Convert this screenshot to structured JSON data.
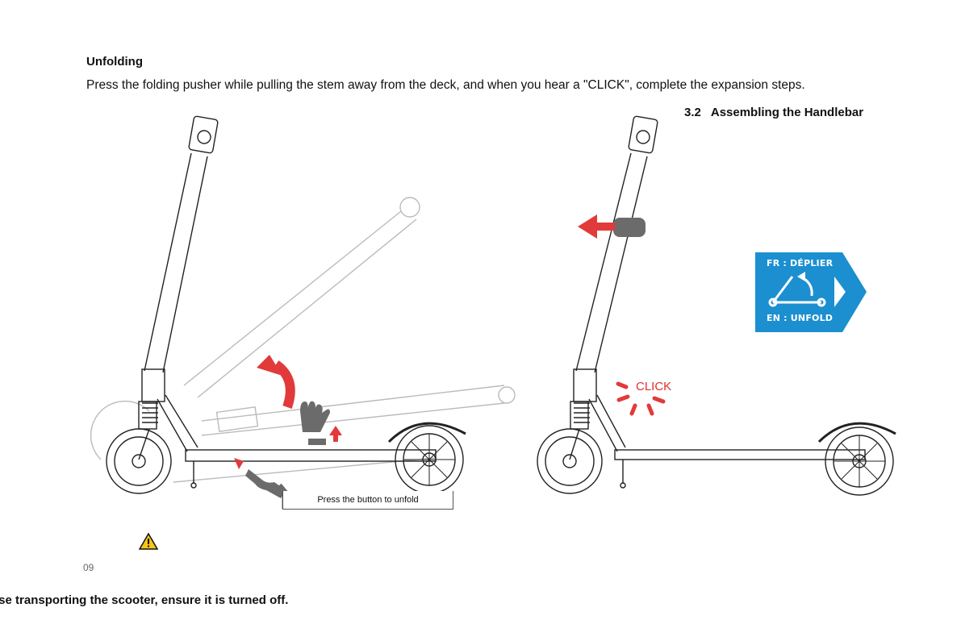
{
  "heading": "Unfolding",
  "intro": "Press the folding pusher while pulling the stem away from the deck, and when you hear a \"CLICK\", complete the expansion steps.",
  "section": {
    "number": "3.2",
    "title": "Assembling the Handlebar"
  },
  "caption": "Press the button to unfold",
  "click_label": "CLICK",
  "badge": {
    "fr": "FR : DÉPLIER",
    "en": "EN : UNFOLD",
    "color": "#1b8fd0"
  },
  "accent_color": "#e23a3a",
  "page_number": "09",
  "bottom_text": "ise transporting the scooter, ensure it is turned off.",
  "icons": [
    "warning-icon",
    "unfold-arrow-icon",
    "hand-icon",
    "play-arrow-icon"
  ]
}
